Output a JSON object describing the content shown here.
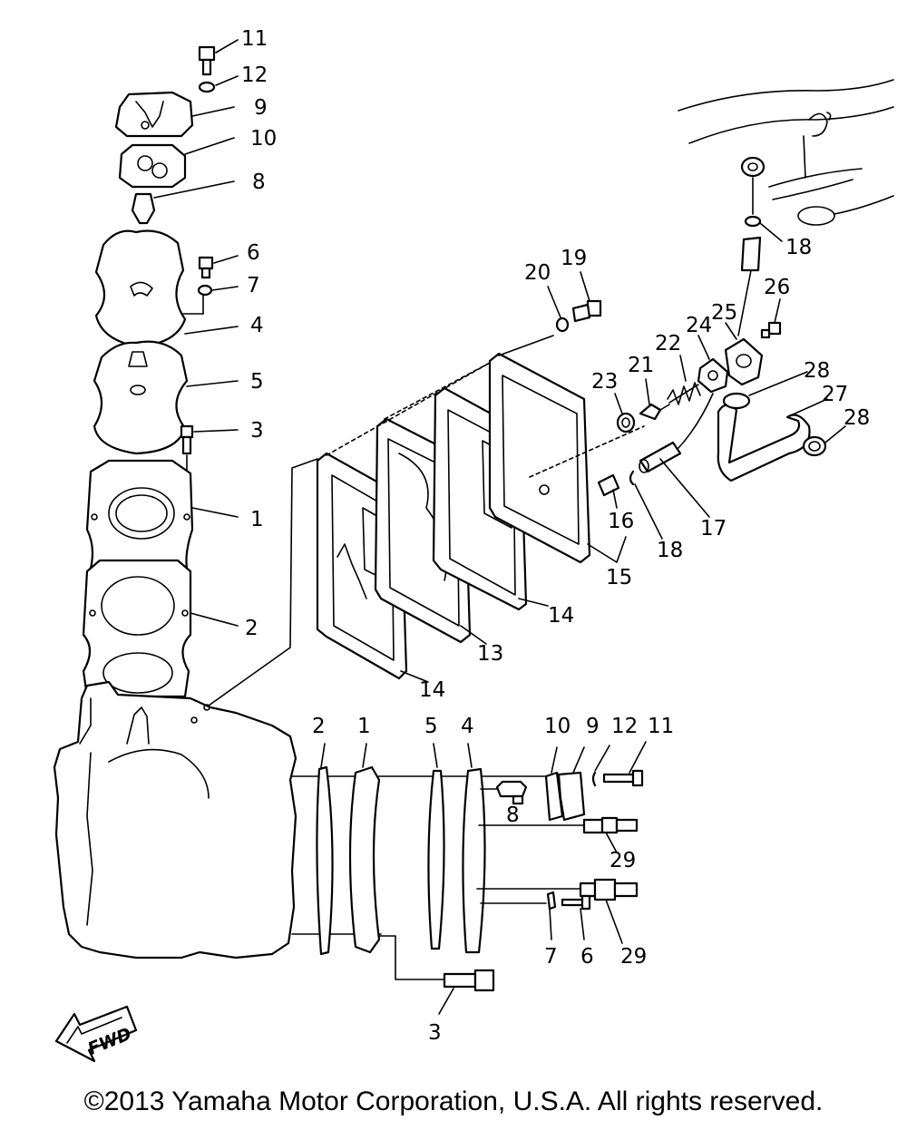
{
  "callouts": [
    {
      "label": "11"
    },
    {
      "label": "12"
    },
    {
      "label": "9"
    },
    {
      "label": "10"
    },
    {
      "label": "8"
    },
    {
      "label": "6"
    },
    {
      "label": "7"
    },
    {
      "label": "4"
    },
    {
      "label": "5"
    },
    {
      "label": "3"
    },
    {
      "label": "1"
    },
    {
      "label": "2"
    },
    {
      "label": "20"
    },
    {
      "label": "19"
    },
    {
      "label": "18"
    },
    {
      "label": "26"
    },
    {
      "label": "25"
    },
    {
      "label": "24"
    },
    {
      "label": "22"
    },
    {
      "label": "21"
    },
    {
      "label": "23"
    },
    {
      "label": "28"
    },
    {
      "label": "27"
    },
    {
      "label": "28"
    },
    {
      "label": "16"
    },
    {
      "label": "18"
    },
    {
      "label": "17"
    },
    {
      "label": "15"
    },
    {
      "label": "14"
    },
    {
      "label": "13"
    },
    {
      "label": "14"
    },
    {
      "label": "2"
    },
    {
      "label": "1"
    },
    {
      "label": "5"
    },
    {
      "label": "4"
    },
    {
      "label": "10"
    },
    {
      "label": "9"
    },
    {
      "label": "12"
    },
    {
      "label": "11"
    },
    {
      "label": "8"
    },
    {
      "label": "29"
    },
    {
      "label": "7"
    },
    {
      "label": "6"
    },
    {
      "label": "29"
    },
    {
      "label": "3"
    }
  ],
  "fwd_label": "FWD",
  "copyright": "©2013 Yamaha Motor Corporation, U.S.A. All rights reserved."
}
